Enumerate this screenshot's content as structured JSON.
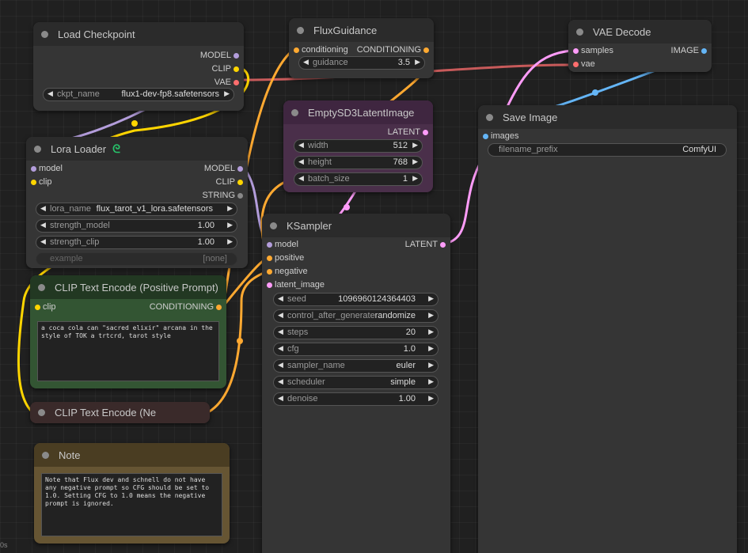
{
  "colors": {
    "model": "#b39ddb",
    "clip": "#ffd500",
    "vae": "#ff6e6e",
    "conditioning": "#ffa931",
    "latent": "#ff9cf9",
    "image": "#64b5f6"
  },
  "nodes": {
    "load_checkpoint": {
      "title": "Load Checkpoint",
      "outputs": [
        "MODEL",
        "CLIP",
        "VAE"
      ],
      "widget": {
        "label": "ckpt_name",
        "value": "flux1-dev-fp8.safetensors"
      }
    },
    "flux_guidance": {
      "title": "FluxGuidance",
      "input": "conditioning",
      "output": "CONDITIONING",
      "widget": {
        "label": "guidance",
        "value": "3.5"
      }
    },
    "vae_decode": {
      "title": "VAE Decode",
      "inputs": [
        "samples",
        "vae"
      ],
      "output": "IMAGE"
    },
    "empty_latent": {
      "title": "EmptySD3LatentImage",
      "output": "LATENT",
      "widgets": [
        {
          "label": "width",
          "value": "512"
        },
        {
          "label": "height",
          "value": "768"
        },
        {
          "label": "batch_size",
          "value": "1"
        }
      ]
    },
    "save_image": {
      "title": "Save Image",
      "input": "images",
      "widget": {
        "label": "filename_prefix",
        "value": "ComfyUI"
      }
    },
    "lora_loader": {
      "title": "Lora Loader",
      "inputs": [
        "model",
        "clip"
      ],
      "outputs": [
        "MODEL",
        "CLIP",
        "STRING"
      ],
      "widgets": [
        {
          "label": "lora_name",
          "value": "flux_tarot_v1_lora.safetensors"
        },
        {
          "label": "strength_model",
          "value": "1.00"
        },
        {
          "label": "strength_clip",
          "value": "1.00"
        },
        {
          "label": "example",
          "value": "[none]"
        }
      ]
    },
    "ksampler": {
      "title": "KSampler",
      "inputs": [
        "model",
        "positive",
        "negative",
        "latent_image"
      ],
      "output": "LATENT",
      "widgets": [
        {
          "label": "seed",
          "value": "1096960124364403"
        },
        {
          "label": "control_after_generate",
          "value": "randomize"
        },
        {
          "label": "steps",
          "value": "20"
        },
        {
          "label": "cfg",
          "value": "1.0"
        },
        {
          "label": "sampler_name",
          "value": "euler"
        },
        {
          "label": "scheduler",
          "value": "simple"
        },
        {
          "label": "denoise",
          "value": "1.00"
        }
      ]
    },
    "clip_positive": {
      "title": "CLIP Text Encode (Positive Prompt)",
      "input": "clip",
      "output": "CONDITIONING",
      "text": "a coca cola can \"sacred elixir\" arcana in the style of TOK a trtcrd, tarot style"
    },
    "clip_negative": {
      "title": "CLIP Text Encode (Ne"
    },
    "note": {
      "title": "Note",
      "text": "Note that Flux dev and schnell do not have any negative prompt so CFG should be set to 1.0. Setting CFG to 1.0 means the negative prompt is ignored."
    }
  },
  "footer": "0s"
}
